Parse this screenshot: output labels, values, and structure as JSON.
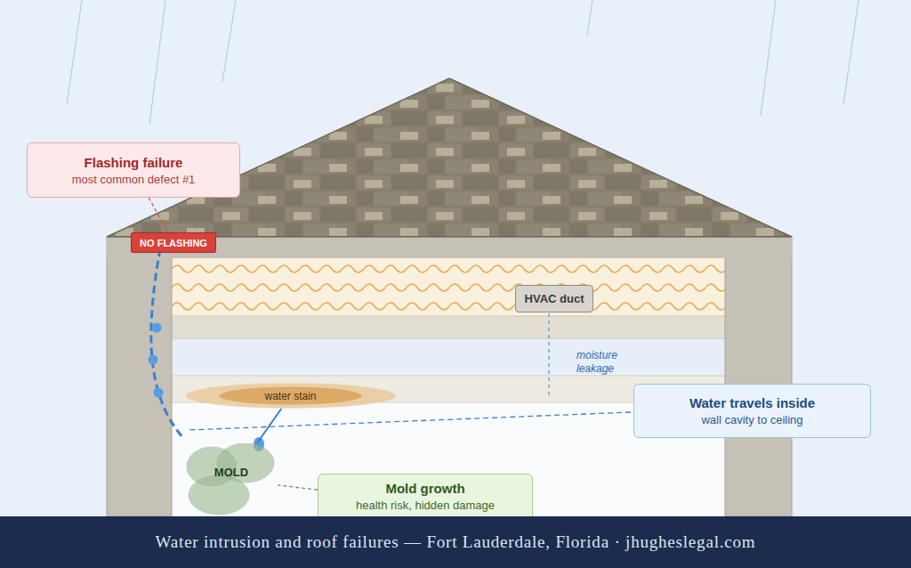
{
  "diagram": {
    "caption": "Water intrusion and roof failures — Fort Lauderdale, Florida · jhugheslegal.com",
    "nodes": [
      {
        "text": [
          "Flashing failure",
          "most common defect #1"
        ]
      },
      {
        "text": [
          "NO FLASHING"
        ]
      },
      {
        "text": [
          "HVAC duct"
        ]
      },
      {
        "text": [
          "water stain"
        ]
      },
      {
        "text": [
          "Water travels inside",
          "wall cavity to ceiling"
        ]
      },
      {
        "text": [
          "MOLD"
        ]
      },
      {
        "text": [
          "Mold growth",
          "health risk, hidden damage"
        ]
      }
    ],
    "edges": [
      {
        "from": 0,
        "to": 1,
        "arrow": "none"
      },
      {
        "from": 3,
        "to": 5,
        "arrow": "none"
      },
      {
        "from": 6,
        "to": 5,
        "arrow": "none"
      }
    ],
    "labels": [
      "moisture leakage"
    ]
  }
}
